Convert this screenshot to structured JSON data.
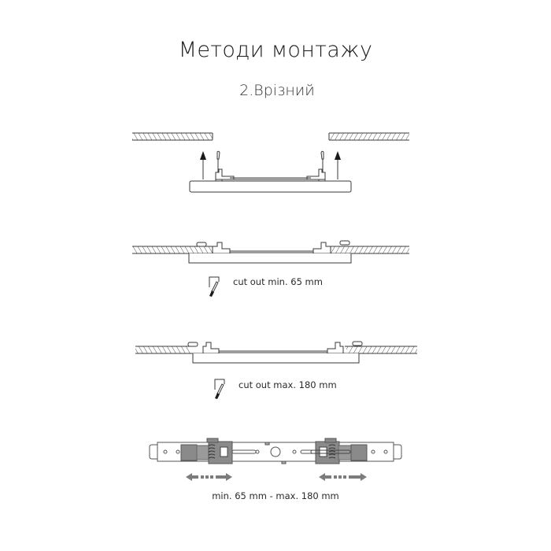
{
  "header": {
    "title": "Методи монтажу",
    "subtitle": "2.Врізний"
  },
  "steps": [
    {
      "id": "insert",
      "description": "Spring clips raised, panel pushed up into ceiling opening",
      "arrows": [
        "arrow-up",
        "arrow-up"
      ]
    },
    {
      "id": "min-cutout",
      "caption": "cut out min. 65 mm",
      "icon": "cutter-icon"
    },
    {
      "id": "max-cutout",
      "caption": "cut out max. 180 mm",
      "icon": "cutter-icon"
    },
    {
      "id": "bracket",
      "description": "Adjustable mounting bracket with two sliding clips",
      "arrows": [
        "double-arrow-horizontal",
        "double-arrow-horizontal"
      ],
      "range_label": "min. 65 mm - max. 180 mm"
    }
  ],
  "colors": {
    "line": "#3a3a3a",
    "hatch": "#3a3a3a",
    "clip_fill": "#8a8a8a",
    "clip_fill_dark": "#6e6e6e",
    "arrow_gray": "#7c7c7c",
    "text": "#2a2a2a"
  }
}
